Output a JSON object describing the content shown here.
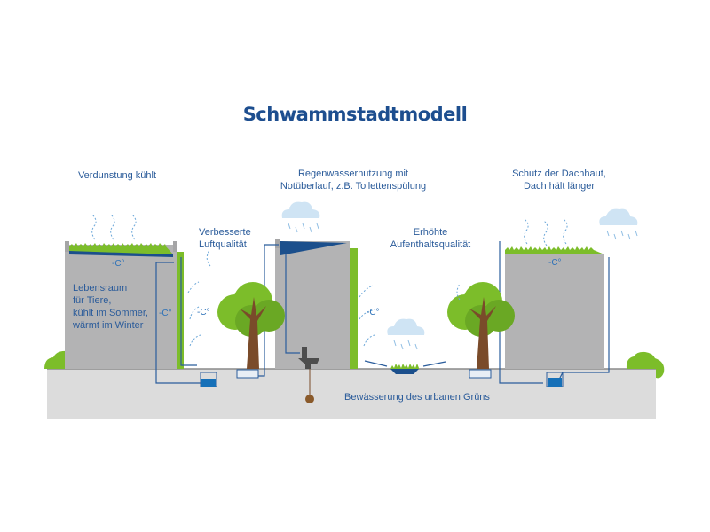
{
  "title": "Schwammstadtmodell",
  "labels": {
    "evaporation": "Verdunstung kühlt",
    "rainwater": [
      "Regenwassernutzung mit",
      "Notüberlauf, z.B. Toilettenspülung"
    ],
    "roof_protection": [
      "Schutz der Dachhaut,",
      "Dach hält länger"
    ],
    "air_quality": [
      "Verbesserte",
      "Luftqualität"
    ],
    "stay_quality": [
      "Erhöhte",
      "Aufenthaltsqualität"
    ],
    "habitat": [
      "Lebensraum",
      "für Tiere,",
      "kühlt im Sommer,",
      "wärmt im Winter"
    ],
    "irrigation": "Bewässerung des urbanen Grüns"
  },
  "temperature_marks": {
    "roof_left": "-C°",
    "wall_left": "-C°",
    "street_left": "-C°",
    "street_middle": "-C°",
    "roof_right": "-C°"
  },
  "colors": {
    "title": "#1d4e8f",
    "text": "#2a5b9a",
    "building": "#b3b3b4",
    "ground": "#dcdcdc",
    "grass": "#7cbd2a",
    "water": "#1670b8",
    "pipe": "#2b5d9c",
    "cloud": "#cfe4f4",
    "trunk": "#7a4b2a",
    "toilet": "#4d4d4d"
  }
}
